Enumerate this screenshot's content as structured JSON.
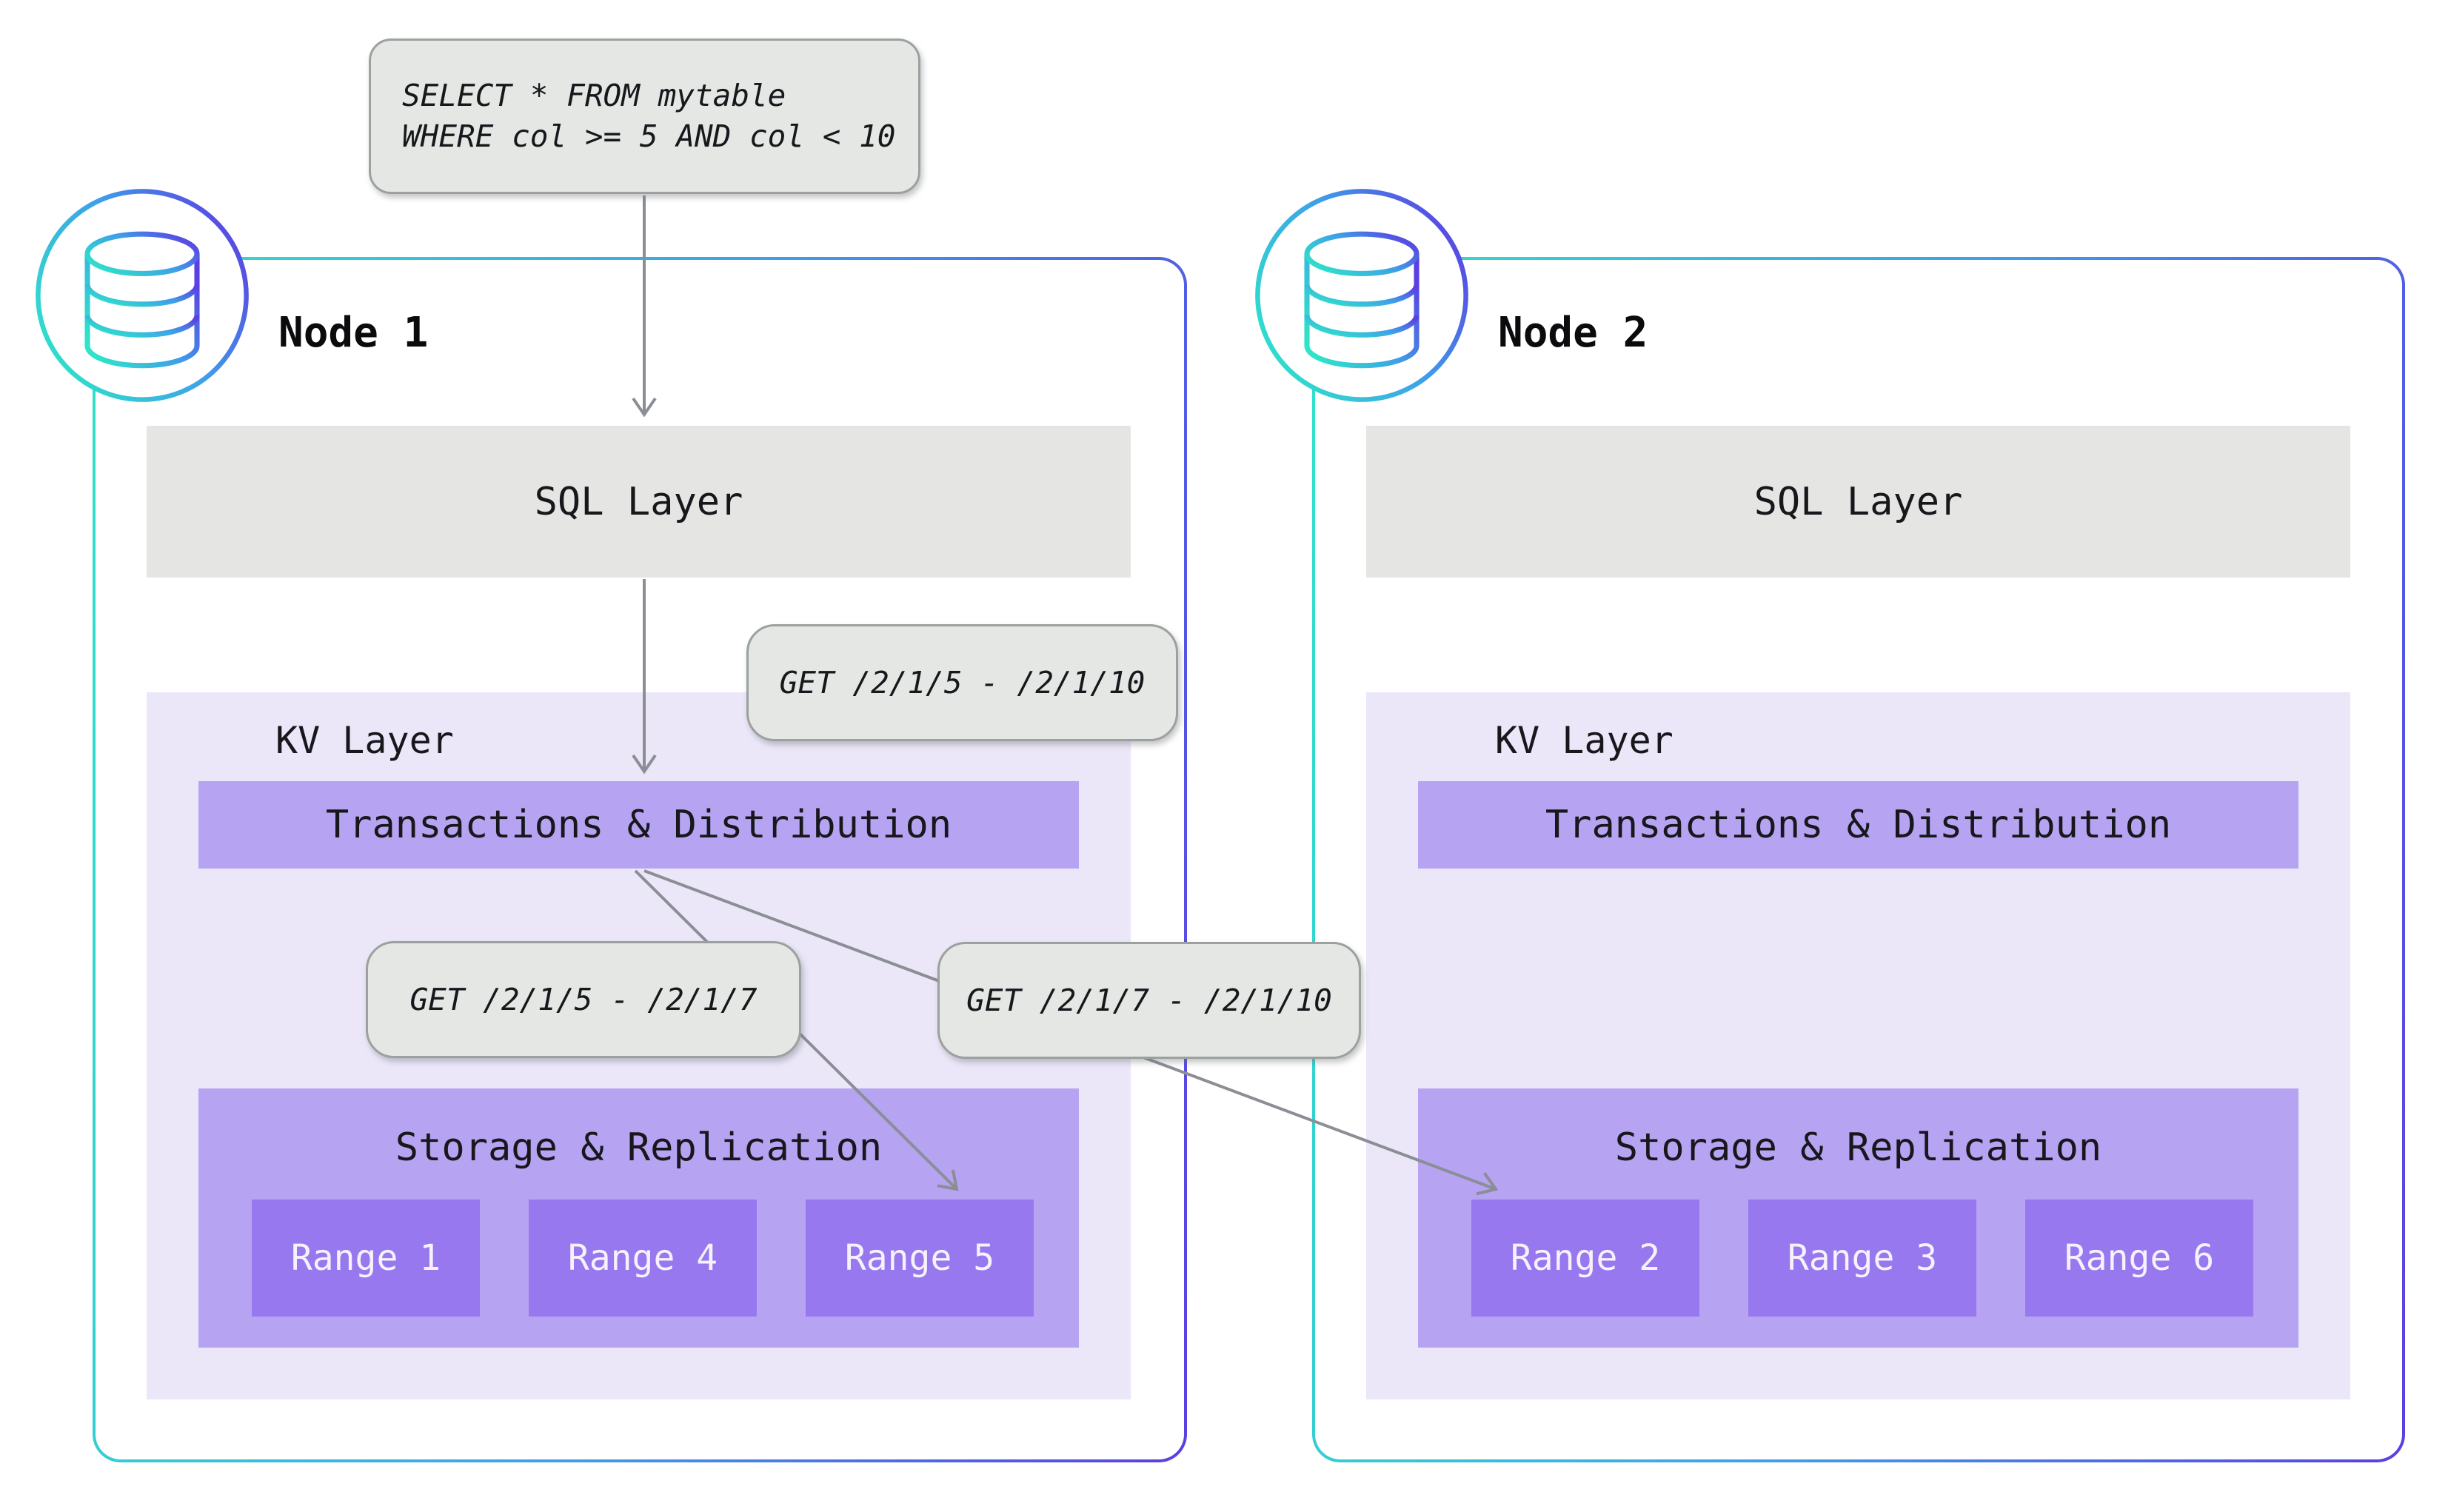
{
  "query_box": {
    "lines": [
      "SELECT * FROM mytable",
      "WHERE col >= 5 AND col < 10"
    ]
  },
  "get_labels": {
    "full": "GET /2/1/5 - /2/1/10",
    "left": "GET /2/1/5 - /2/1/7",
    "right": "GET /2/1/7 - /2/1/10"
  },
  "nodes": [
    {
      "title": "Node 1",
      "sql": "SQL Layer",
      "kv": "KV Layer",
      "transactions": "Transactions & Distribution",
      "storage": "Storage & Replication",
      "ranges": [
        "Range 1",
        "Range 4",
        "Range 5"
      ]
    },
    {
      "title": "Node 2",
      "sql": "SQL Layer",
      "kv": "KV Layer",
      "transactions": "Transactions & Distribution",
      "storage": "Storage & Replication",
      "ranges": [
        "Range 2",
        "Range 3",
        "Range 6"
      ]
    }
  ],
  "colors": {
    "node_border_gradient": [
      "#2ee4c9",
      "#3f9fe8",
      "#5b3fe2"
    ],
    "purple_bar": "#b6a3f2",
    "range_box": "#9778ee",
    "range_text": "#f5f1fd",
    "kv_background": "#ebe7f9",
    "gray_box": "#e5e7e5",
    "gray_border": "#9ba19e",
    "arrow": "#8b8e95",
    "text": "#17171c"
  }
}
